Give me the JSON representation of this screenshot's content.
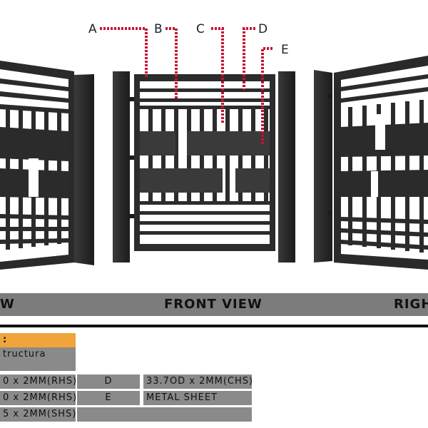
{
  "callouts": {
    "a": "A",
    "b": "B",
    "c": "C",
    "d": "D",
    "e": "E"
  },
  "views": {
    "left": "W",
    "front": "FRONT VIEW",
    "right": "RIGH"
  },
  "spec_table": {
    "header": ":",
    "subheader": "tructura",
    "rows": [
      {
        "left": "0 x 2MM(RHS)",
        "code": "D",
        "desc": "33.7OD x 2MM(CHS)"
      },
      {
        "left": "0 x 2MM(RHS)",
        "code": "E",
        "desc": "METAL SHEET"
      },
      {
        "left": "5 x 2MM(SHS)",
        "code": "",
        "desc": ""
      }
    ]
  },
  "colors": {
    "frame": "#2e2e2e",
    "marker": "#c8102e",
    "banner": "#7c7c7c",
    "table_header": "#f0a43a",
    "table_cell": "#8a8a8a"
  }
}
